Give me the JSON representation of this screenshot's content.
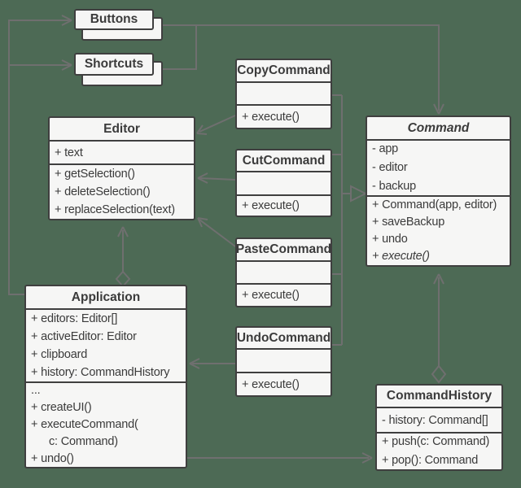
{
  "colors": {
    "background": "#4d6a55",
    "box_fill": "#f6f6f5",
    "box_border": "#3f3f3f",
    "connector": "#6f6f6f",
    "text": "#3b3b3b"
  },
  "classes": {
    "buttons": {
      "title": "Buttons"
    },
    "shortcuts": {
      "title": "Shortcuts"
    },
    "copy_command": {
      "title": "CopyCommand",
      "attributes": [],
      "methods": [
        "+ execute()"
      ]
    },
    "editor": {
      "title": "Editor",
      "attributes": [
        "+ text"
      ],
      "methods": [
        "+ getSelection()",
        "+ deleteSelection()",
        "+ replaceSelection(text)"
      ]
    },
    "cut_command": {
      "title": "CutCommand",
      "attributes": [],
      "methods": [
        "+ execute()"
      ]
    },
    "command": {
      "title": "Command",
      "abstract": true,
      "attributes": [
        "- app",
        "- editor",
        "- backup"
      ],
      "methods": [
        "+ Command(app, editor)",
        "+ saveBackup",
        "+ undo",
        "+ execute()"
      ]
    },
    "paste_command": {
      "title": "PasteCommand",
      "attributes": [],
      "methods": [
        "+ execute()"
      ]
    },
    "application": {
      "title": "Application",
      "attributes": [
        "+ editors: Editor[]",
        "+ activeEditor: Editor",
        "+ clipboard",
        "+ history: CommandHistory"
      ],
      "methods": [
        "...",
        "+ createUI()",
        "+ executeCommand(",
        "c: Command)",
        "+ undo()"
      ]
    },
    "undo_command": {
      "title": "UndoCommand",
      "attributes": [],
      "methods": [
        "+ execute()"
      ]
    },
    "command_history": {
      "title": "CommandHistory",
      "attributes": [
        "- history: Command[]"
      ],
      "methods": [
        "+ push(c: Command)",
        "+ pop(): Command"
      ]
    }
  },
  "relationships": [
    {
      "from": "Application",
      "to": "Buttons",
      "type": "association-arrow"
    },
    {
      "from": "Application",
      "to": "Shortcuts",
      "type": "association-arrow"
    },
    {
      "from": "Buttons / Shortcuts",
      "to": "Command",
      "type": "association-arrow"
    },
    {
      "from": "CopyCommand",
      "to": "Editor",
      "type": "dependency-arrow"
    },
    {
      "from": "CutCommand",
      "to": "Editor",
      "type": "dependency-arrow"
    },
    {
      "from": "PasteCommand",
      "to": "Editor",
      "type": "dependency-arrow"
    },
    {
      "from": "UndoCommand",
      "to": "Application",
      "type": "dependency-arrow"
    },
    {
      "from": "CopyCommand, CutCommand, PasteCommand, UndoCommand",
      "to": "Command",
      "type": "inheritance-hollow-triangle"
    },
    {
      "from": "Application",
      "to": "Editor",
      "type": "aggregation-diamond-arrow"
    },
    {
      "from": "CommandHistory",
      "to": "Command",
      "type": "aggregation-diamond-arrow"
    },
    {
      "from": "Application",
      "to": "CommandHistory",
      "type": "association-arrow"
    }
  ]
}
